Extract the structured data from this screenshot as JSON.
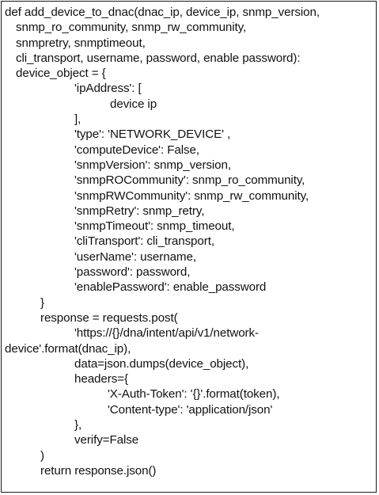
{
  "code": {
    "lines": [
      "def add_device_to_dnac(dnac_ip, device_ip, snmp_version,",
      "snmp_ro_community, snmp_rw_community,",
      "snmpretry, snmptimeout,",
      "cli_transport, username, password, enable password):",
      "device_object = {",
      "'ipAddress': [",
      "device ip",
      "],",
      "'type': 'NETWORK_DEVICE' ,",
      "'computeDevice': False,",
      "'snmpVersion': snmp_version,",
      "'snmpROCommunity': snmp_ro_community,",
      "'snmpRWCommunity': snmp_rw_community,",
      "'snmpRetry': snmp_retry,",
      "'snmpTimeout': snmp_timeout,",
      "'cliTransport': cli_transport,",
      "'userName': username,",
      "'password': password,",
      "'enablePassword': enable_password",
      "}",
      "response = requests.post(",
      "'https://{}/dna/intent/api/v1/network-",
      "device'.format(dnac_ip),",
      "data=json.dumps(device_object),",
      "headers={",
      "'X-Auth-Token': '{}'.format(token),",
      "'Content-type': 'application/json'",
      "},",
      "verify=False",
      ")",
      "return response.json()"
    ]
  }
}
